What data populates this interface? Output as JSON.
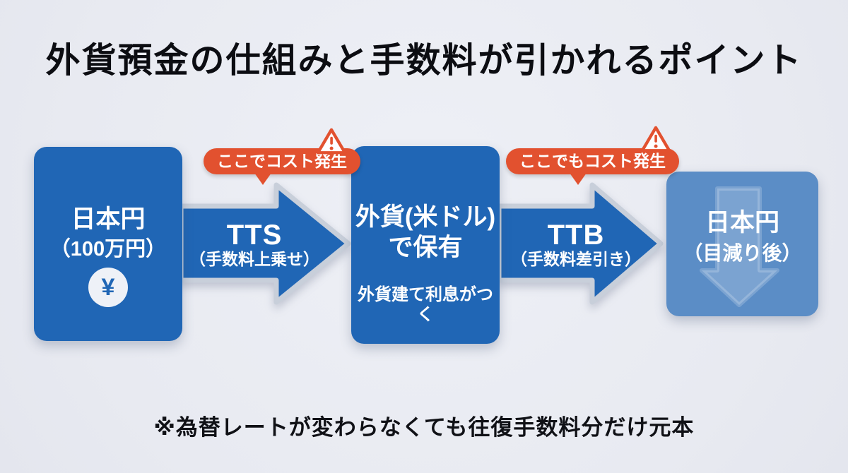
{
  "title": "外貨預金の仕組みと手数料が引かれるポイント",
  "flow": {
    "box1": {
      "line1": "日本円",
      "line2": "（100万円）",
      "yen_symbol": "¥"
    },
    "arrow1": {
      "label": "TTS",
      "sublabel": "（手数料上乗せ）",
      "badge": "ここでコスト発生"
    },
    "box2": {
      "line1": "外貨(米ドル)",
      "line2": "で保有",
      "note": "外貨建て利息がつく"
    },
    "arrow2": {
      "label": "TTB",
      "sublabel": "（手数料差引き）",
      "badge": "ここでもコスト発生"
    },
    "box3": {
      "line1": "日本円",
      "line2": "（目減り後）"
    }
  },
  "footnote": "※為替レートが変わらなくても往復手数料分だけ元本",
  "colors": {
    "primary_blue": "#2066b5",
    "faded_blue": "#5b8dc6",
    "alert_orange": "#e2512f",
    "arrow_outline": "#c8cfda",
    "background": "#e9ebf2"
  }
}
